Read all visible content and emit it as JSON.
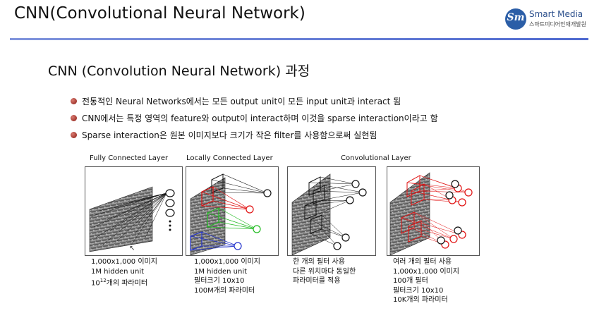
{
  "header": {
    "title": "CNN(Convolutional Neural Network)"
  },
  "logo": {
    "mark": "Sm",
    "name": "Smart Media",
    "subtitle": "스마트미디어인재개발원"
  },
  "section": {
    "title": "CNN (Convolution Neural Network) 과정"
  },
  "bullets": [
    "전통적인 Neural Networks에서는 모든 output unit이 모든 input unit과 interact 됨",
    "CNN에서는 특정 영역의 feature와 output이 interact하며 이것을 sparse interaction이라고 함",
    "Sparse interaction은 원본 이미지보다 크기가 작은 filter를 사용함으로써 실현됨"
  ],
  "figure": {
    "labels": {
      "fully": "Fully Connected Layer",
      "locally": "Locally Connected Layer",
      "conv": "Convolutional Layer"
    },
    "captions": {
      "fully": {
        "line1": "1,000x1,000 이미지",
        "line2": "1M hidden unit",
        "line3_base": "10",
        "line3_sup": "12",
        "line3_rest": "개의 파라미터"
      },
      "locally": [
        "1,000x1,000 이미지",
        "1M hidden unit",
        "필터크기 10x10",
        "100M개의 파라미터"
      ],
      "conv1": [
        "한 개의 필터 사용",
        "다른 위치마다 동일한",
        "파라미터를 적용"
      ],
      "conv2": [
        "여러 개의 필터 사용",
        "1,000x1,000 이미지",
        "100개 필터",
        "필터크기 10x10",
        "10K개의 파라미터"
      ]
    }
  },
  "colors": {
    "accent_line": "#5a73d4",
    "bullet": "#a3231a",
    "red": "#e01010",
    "green": "#22bb22",
    "blue": "#2233cc"
  }
}
